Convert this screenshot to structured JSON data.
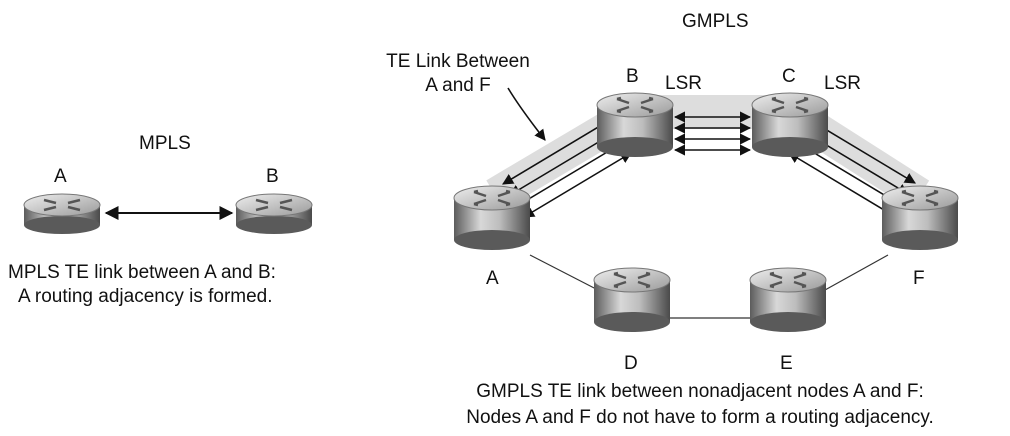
{
  "mpls": {
    "title": "MPLS",
    "node_a": "A",
    "node_b": "B",
    "caption_line1": "MPLS TE link between A and B:",
    "caption_line2": "A routing adjacency is formed."
  },
  "gmpls": {
    "title": "GMPLS",
    "te_label_line1": "TE Link Between",
    "te_label_line2": "A and F",
    "node_a": "A",
    "node_b": "B",
    "node_c": "C",
    "node_d": "D",
    "node_e": "E",
    "node_f": "F",
    "lsr_label": "LSR",
    "caption_line1": "GMPLS TE link between nonadjacent nodes A and F:",
    "caption_line2": "Nodes A and F do not have to form a routing adjacency."
  }
}
